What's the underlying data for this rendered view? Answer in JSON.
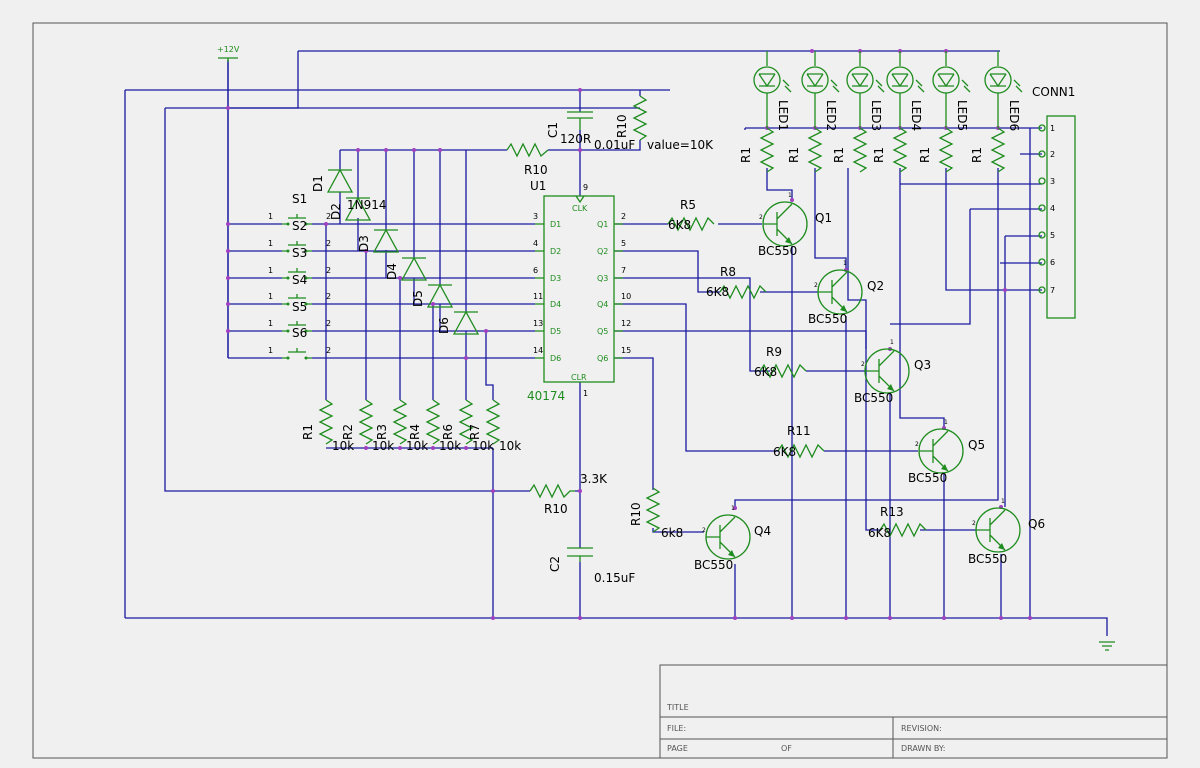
{
  "supply_label": "+12V",
  "ic": {
    "ref": "U1",
    "value": "40174",
    "clk_label": "CLK",
    "clr_label": "CLR",
    "clk_pin": "9",
    "clr_pin": "1",
    "d_labels": [
      "D1",
      "D2",
      "D3",
      "D4",
      "D5",
      "D6"
    ],
    "d_pins": [
      "3",
      "4",
      "6",
      "11",
      "13",
      "14"
    ],
    "q_labels": [
      "Q1",
      "Q2",
      "Q3",
      "Q4",
      "Q5",
      "Q6"
    ],
    "q_pins": [
      "2",
      "5",
      "7",
      "10",
      "12",
      "15"
    ]
  },
  "switches": [
    {
      "ref": "S1",
      "pin1": "",
      "pin2": ""
    },
    {
      "ref": "S2",
      "pin1": "1",
      "pin2": "2"
    },
    {
      "ref": "S3",
      "pin1": "1",
      "pin2": "2"
    },
    {
      "ref": "S4",
      "pin1": "1",
      "pin2": "2"
    },
    {
      "ref": "S5",
      "pin1": "1",
      "pin2": "2"
    },
    {
      "ref": "S6",
      "pin1": "1",
      "pin2": "2"
    },
    {
      "ref": "",
      "pin1": "1",
      "pin2": "2"
    }
  ],
  "diodes": [
    "D1",
    "D2",
    "D3",
    "D4",
    "D5",
    "D6"
  ],
  "diode_value": "1N914",
  "pulldowns": {
    "refs": [
      "R1",
      "R2",
      "R3",
      "R4",
      "R6",
      "R7"
    ],
    "values": [
      "10k",
      "10k",
      "10k",
      "10k",
      "10k",
      "10k"
    ]
  },
  "timing": {
    "r_top_ref": "R10",
    "r_top_value": "value=10K",
    "r_top2_ref": "R10",
    "r_top2_value": "120R",
    "c1_ref": "C1",
    "c1_value": "0.01uF",
    "r_reset_ref": "R10",
    "r_reset_value": "3.3K",
    "c2_ref": "C2",
    "c2_value": "0.15uF"
  },
  "transistors": [
    {
      "ref": "Q1",
      "value": "BC550",
      "base_ref": "R5",
      "base_value": "6K8"
    },
    {
      "ref": "Q2",
      "value": "BC550",
      "base_ref": "R8",
      "base_value": "6K8"
    },
    {
      "ref": "Q3",
      "value": "BC550",
      "base_ref": "R9",
      "base_value": "6K8"
    },
    {
      "ref": "Q4",
      "value": "BC550",
      "base_ref": "R10",
      "base_value": "6k8"
    },
    {
      "ref": "Q5",
      "value": "BC550",
      "base_ref": "R11",
      "base_value": "6K8"
    },
    {
      "ref": "Q6",
      "value": "BC550",
      "base_ref": "R13",
      "base_value": "6K8"
    }
  ],
  "pin_b": "2",
  "pin_c": "1",
  "leds": [
    "LED1",
    "LED2",
    "LED3",
    "LED4",
    "LED5",
    "LED6"
  ],
  "led_resistors": [
    "R1",
    "R1",
    "R1",
    "R1",
    "R1",
    "R1"
  ],
  "connector": {
    "ref": "CONN1",
    "pins": [
      "1",
      "2",
      "3",
      "4",
      "5",
      "6",
      "7"
    ]
  },
  "title_block": {
    "title": "TITLE",
    "file": "FILE:",
    "page": "PAGE",
    "of": "OF",
    "revision": "REVISION:",
    "drawn_by": "DRAWN BY:"
  },
  "colors": {
    "wire": "#1a1aa0",
    "component": "#1e8c1e",
    "junction": "#a040c0",
    "background": "#f0f0f0"
  }
}
